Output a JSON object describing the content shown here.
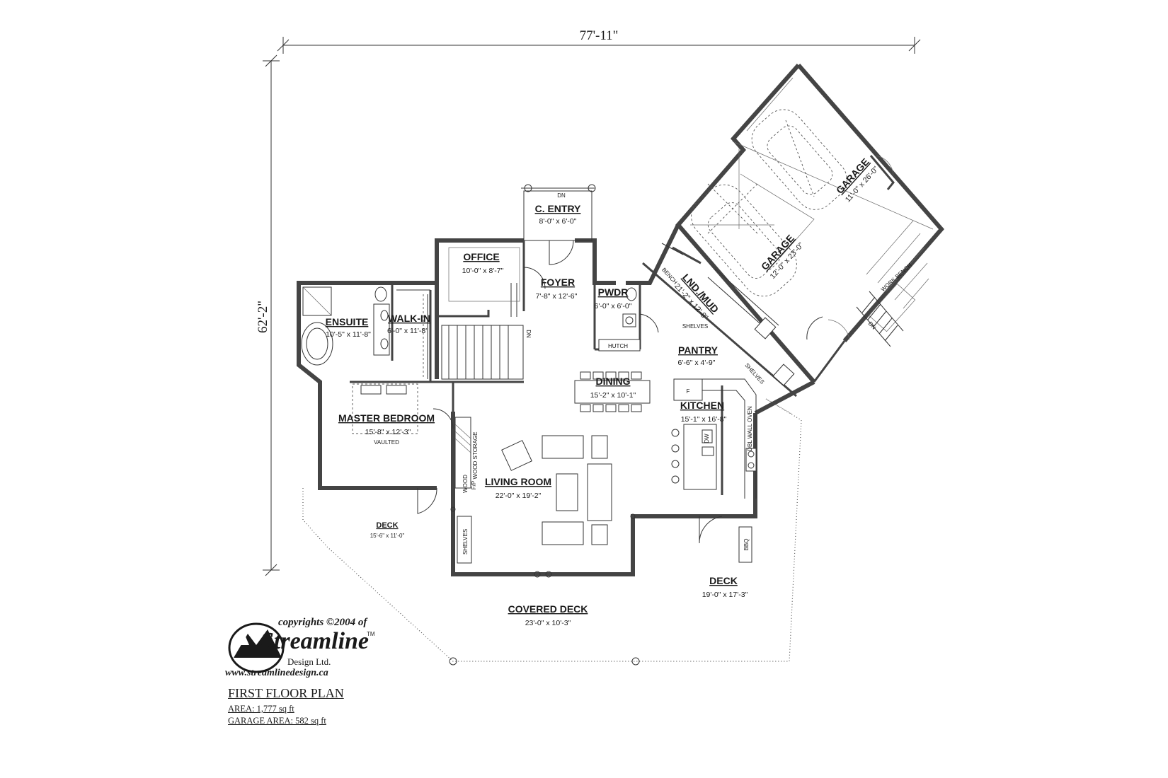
{
  "dimensions": {
    "overall_width": "77'-11\"",
    "overall_depth": "62'-2\""
  },
  "rooms": [
    {
      "id": "c_entry",
      "name": "C. ENTRY",
      "size": "8'-0\" x 6'-0\""
    },
    {
      "id": "office",
      "name": "OFFICE",
      "size": "10'-0\" x 8'-7\""
    },
    {
      "id": "foyer",
      "name": "FOYER",
      "size": "7'-8\" x 12'-6\""
    },
    {
      "id": "pwdr",
      "name": "PWDR",
      "size": "6'-0\" x 6'-0\""
    },
    {
      "id": "ensuite",
      "name": "ENSUITE",
      "size": "10'-5\" x 11'-8\""
    },
    {
      "id": "walk_in",
      "name": "WALK-IN",
      "size": "6'-0\" x 11'-8\""
    },
    {
      "id": "master",
      "name": "MASTER BEDROOM",
      "size": "15'-8\" x 12'-3\"",
      "note": "VAULTED"
    },
    {
      "id": "dining",
      "name": "DINING",
      "size": "15'-2\" x 10'-1\""
    },
    {
      "id": "pantry",
      "name": "PANTRY",
      "size": "6'-6\" x 4'-9\""
    },
    {
      "id": "kitchen",
      "name": "KITCHEN",
      "size": "15'-1\" x 16'-8\""
    },
    {
      "id": "living",
      "name": "LIVING ROOM",
      "size": "22'-0\" x 19'-2\""
    },
    {
      "id": "deck_left",
      "name": "DECK",
      "size": "15'-6\" x 11'-0\""
    },
    {
      "id": "deck_right",
      "name": "DECK",
      "size": "19'-0\" x 17'-3\""
    },
    {
      "id": "covered_deck",
      "name": "COVERED DECK",
      "size": "23'-0\" x 10'-3\""
    },
    {
      "id": "lnd_mud",
      "name": "LND./MUD",
      "size": "21'-2\" x 12'-8\""
    },
    {
      "id": "garage_1",
      "name": "GARAGE",
      "size": "12'-0\" x 23'-0\""
    },
    {
      "id": "garage_2",
      "name": "GARAGE",
      "size": "11'-0\" x 26'-0\""
    }
  ],
  "labels": {
    "dn_entry": "DN",
    "dn_stair": "DN",
    "dn_garage": "DN",
    "hutch": "HUTCH",
    "bench": "BENCH",
    "shelves_mud": "SHELVES",
    "shelves_pantry": "SHELVES",
    "shelves_living": "SHELVES",
    "work_bench": "WORK BENCH",
    "wood_storage": "WOOD STORAGE",
    "wood": "WOOD",
    "fp": "F/P",
    "dbl_wall_oven": "DBL WALL OVEN",
    "bbq": "BBQ",
    "dw": "DW",
    "fridge": "F"
  },
  "logo": {
    "copyright": "copyrights ©2004 of",
    "brand": "Streamline",
    "tm": "TM",
    "subtitle": "Design Ltd.",
    "website": "www.streamlinedesign.ca"
  },
  "title_block": {
    "title": "FIRST FLOOR PLAN",
    "area": "AREA: 1,777 sq ft",
    "garage_area": "GARAGE AREA: 582 sq ft"
  }
}
